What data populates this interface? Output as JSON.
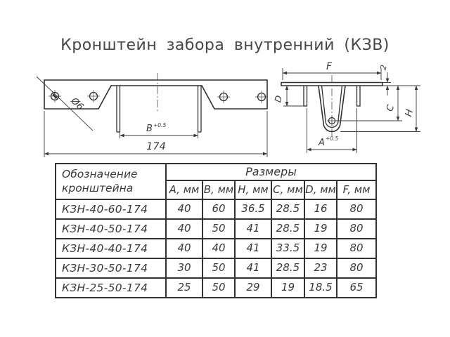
{
  "title": "Кронштейн забора внутренний (КЗВ)",
  "drawing": {
    "front_view": {
      "width_label": "174",
      "hole_label": "Ø6",
      "b_label": "B",
      "b_tol": "+0.5"
    },
    "side_view": {
      "f_label": "F",
      "thickness_label": "2",
      "d_label": "D",
      "c_label": "C",
      "h_label": "H",
      "a_label": "A",
      "a_tol": "+0.5"
    }
  },
  "table": {
    "designation_header": [
      "Обозначение",
      "кронштейна"
    ],
    "sizes_header": "Размеры",
    "columns": [
      "A, мм",
      "B, мм",
      "H, мм",
      "C, мм",
      "D, мм",
      "F, мм"
    ],
    "rows": [
      {
        "name": "КЗН-40-60-174",
        "values": [
          "40",
          "60",
          "36.5",
          "28.5",
          "16",
          "80"
        ]
      },
      {
        "name": "КЗН-40-50-174",
        "values": [
          "40",
          "50",
          "41",
          "28.5",
          "19",
          "80"
        ]
      },
      {
        "name": "КЗН-40-40-174",
        "values": [
          "40",
          "40",
          "41",
          "33.5",
          "19",
          "80"
        ]
      },
      {
        "name": "КЗН-30-50-174",
        "values": [
          "30",
          "50",
          "41",
          "28.5",
          "23",
          "80"
        ]
      },
      {
        "name": "КЗН-25-50-174",
        "values": [
          "25",
          "50",
          "29",
          "19",
          "18.5",
          "65"
        ]
      }
    ]
  }
}
